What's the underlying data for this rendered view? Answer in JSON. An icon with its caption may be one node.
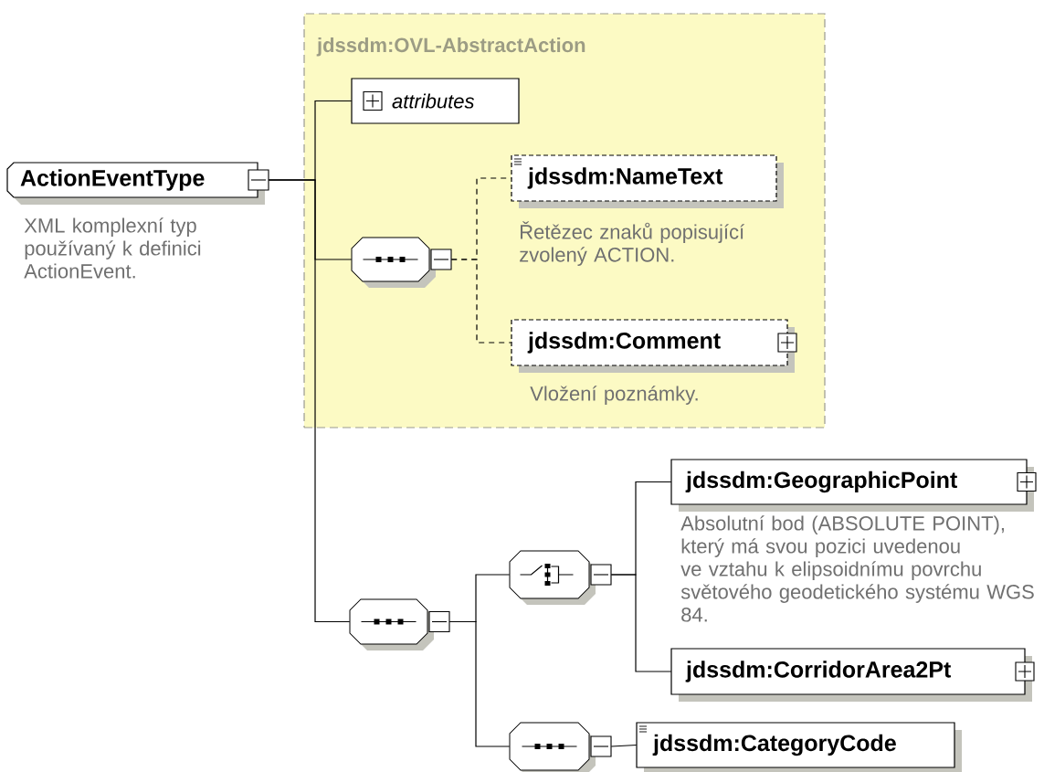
{
  "diagram": {
    "nodes": [
      {
        "text": [
          "ActionEventType"
        ],
        "beside": [
          "XML komplexní typ používaný k definici ActionEvent."
        ]
      },
      {
        "text": [
          "jdssdm:OVL-AbstractAction"
        ]
      },
      {
        "text": [
          "attributes"
        ],
        "in": 1
      },
      {
        "text": [],
        "shape": "octagon",
        "in": 1
      },
      {
        "text": [
          "jdssdm:NameText"
        ],
        "in": 1,
        "beside": [
          "Řetězec znaků popisující zvolený ACTION."
        ]
      },
      {
        "text": [
          "jdssdm:Comment"
        ],
        "in": 1,
        "beside": [
          "Vložení poznámky."
        ]
      },
      {
        "text": [],
        "shape": "octagon"
      },
      {
        "text": [],
        "shape": "octagon"
      },
      {
        "text": [
          "jdssdm:GeographicPoint"
        ],
        "beside": [
          "Absolutní bod (ABSOLUTE POINT), který má svou pozici uvedenou ve vztahu k elipsoidnímu povrchu světového geodetického systému WGS 84."
        ]
      },
      {
        "text": [
          "jdssdm:CorridorArea2Pt"
        ]
      },
      {
        "text": [],
        "shape": "octagon"
      },
      {
        "text": [
          "jdssdm:CategoryCode"
        ]
      }
    ],
    "edges": [
      {
        "from": 0,
        "to": 2,
        "arrow": "none"
      },
      {
        "from": 0,
        "to": 3,
        "arrow": "none"
      },
      {
        "from": 0,
        "to": 6,
        "arrow": "none"
      },
      {
        "from": 3,
        "to": 4,
        "arrow": "none",
        "style": "dashed"
      },
      {
        "from": 3,
        "to": 5,
        "arrow": "none",
        "style": "dashed"
      },
      {
        "from": 6,
        "to": 7,
        "arrow": "none"
      },
      {
        "from": 6,
        "to": 10,
        "arrow": "none"
      },
      {
        "from": 7,
        "to": 8,
        "arrow": "none"
      },
      {
        "from": 7,
        "to": 9,
        "arrow": "none"
      },
      {
        "from": 10,
        "to": 11,
        "arrow": "none"
      }
    ]
  }
}
